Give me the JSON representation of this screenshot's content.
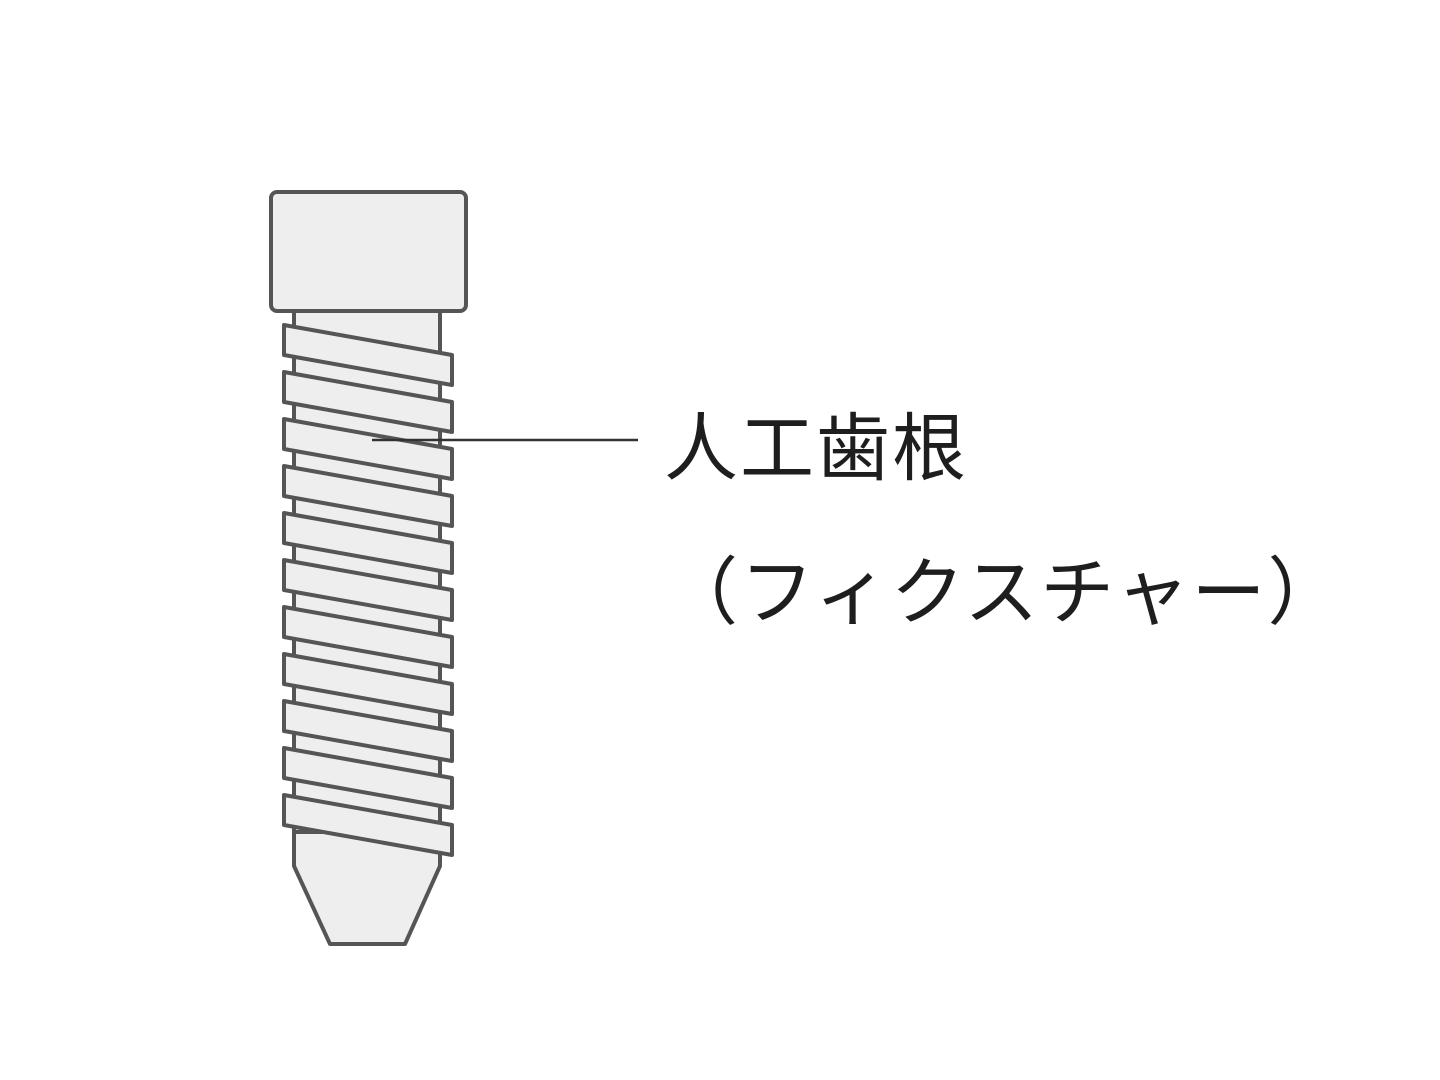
{
  "diagram": {
    "labels": {
      "primary": "人工歯根",
      "secondary": "（フィクスチャー）"
    },
    "colors": {
      "fill": "#eeeeee",
      "stroke": "#555555",
      "leader": "#333333",
      "text": "#1e1e1e",
      "background": "#ffffff"
    },
    "parts": {
      "head": "implant-head",
      "threads": "implant-threads",
      "tip": "implant-tip",
      "thread_count": 11
    }
  }
}
